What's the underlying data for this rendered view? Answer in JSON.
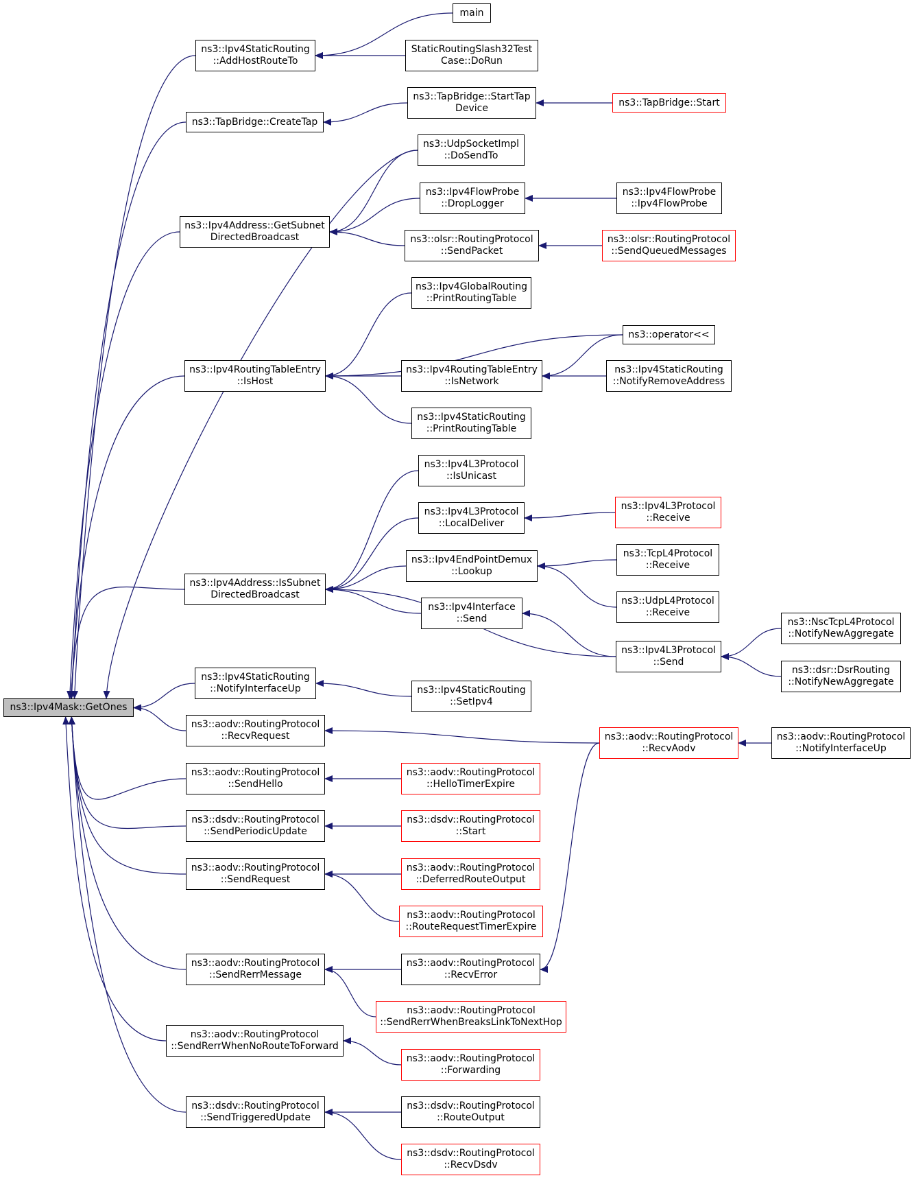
{
  "colors": {
    "edge": "#191970",
    "node_border": "#000000",
    "truncated_border": "#ff0000",
    "root_fill": "#bfbfbf"
  },
  "nodes": {
    "root": {
      "lines": [
        "ns3::Ipv4Mask::GetOnes"
      ],
      "red": false
    },
    "AddHostRouteTo": {
      "lines": [
        "ns3::Ipv4StaticRouting",
        "::AddHostRouteTo"
      ],
      "red": false
    },
    "main": {
      "lines": [
        "main"
      ],
      "red": false
    },
    "Slash32Test": {
      "lines": [
        "StaticRoutingSlash32Test",
        "Case::DoRun"
      ],
      "red": false
    },
    "CreateTap": {
      "lines": [
        "ns3::TapBridge::CreateTap"
      ],
      "red": false
    },
    "StartTapDevice": {
      "lines": [
        "ns3::TapBridge::StartTap",
        "Device"
      ],
      "red": false
    },
    "TapStart": {
      "lines": [
        "ns3::TapBridge::Start"
      ],
      "red": true
    },
    "UdpDoSendTo": {
      "lines": [
        "ns3::UdpSocketImpl",
        "::DoSendTo"
      ],
      "red": false
    },
    "GetSubnetDB": {
      "lines": [
        "ns3::Ipv4Address::GetSubnet",
        "DirectedBroadcast"
      ],
      "red": false
    },
    "DropLogger": {
      "lines": [
        "ns3::Ipv4FlowProbe",
        "::DropLogger"
      ],
      "red": false
    },
    "FlowProbeCtor": {
      "lines": [
        "ns3::Ipv4FlowProbe",
        "::Ipv4FlowProbe"
      ],
      "red": false
    },
    "OlsrSendPacket": {
      "lines": [
        "ns3::olsr::RoutingProtocol",
        "::SendPacket"
      ],
      "red": false
    },
    "OlsrSendQueued": {
      "lines": [
        "ns3::olsr::RoutingProtocol",
        "::SendQueuedMessages"
      ],
      "red": true
    },
    "GlobalPrintRT": {
      "lines": [
        "ns3::Ipv4GlobalRouting",
        "::PrintRoutingTable"
      ],
      "red": false
    },
    "OperatorShl": {
      "lines": [
        "ns3::operator<<"
      ],
      "red": false
    },
    "IsHost": {
      "lines": [
        "ns3::Ipv4RoutingTableEntry",
        "::IsHost"
      ],
      "red": false
    },
    "IsNetwork": {
      "lines": [
        "ns3::Ipv4RoutingTableEntry",
        "::IsNetwork"
      ],
      "red": false
    },
    "NotifyRemoveAddr": {
      "lines": [
        "ns3::Ipv4StaticRouting",
        "::NotifyRemoveAddress"
      ],
      "red": false
    },
    "StaticPrintRT": {
      "lines": [
        "ns3::Ipv4StaticRouting",
        "::PrintRoutingTable"
      ],
      "red": false
    },
    "IsUnicast": {
      "lines": [
        "ns3::Ipv4L3Protocol",
        "::IsUnicast"
      ],
      "red": false
    },
    "LocalDeliver": {
      "lines": [
        "ns3::Ipv4L3Protocol",
        "::LocalDeliver"
      ],
      "red": false
    },
    "L3Receive": {
      "lines": [
        "ns3::Ipv4L3Protocol",
        "::Receive"
      ],
      "red": true
    },
    "EPDLookup": {
      "lines": [
        "ns3::Ipv4EndPointDemux",
        "::Lookup"
      ],
      "red": false
    },
    "TcpReceive": {
      "lines": [
        "ns3::TcpL4Protocol",
        "::Receive"
      ],
      "red": false
    },
    "IsSubnetDB": {
      "lines": [
        "ns3::Ipv4Address::IsSubnet",
        "DirectedBroadcast"
      ],
      "red": false
    },
    "UdpReceive": {
      "lines": [
        "ns3::UdpL4Protocol",
        "::Receive"
      ],
      "red": false
    },
    "IfaceSend": {
      "lines": [
        "ns3::Ipv4Interface",
        "::Send"
      ],
      "red": false
    },
    "NscNotify": {
      "lines": [
        "ns3::NscTcpL4Protocol",
        "::NotifyNewAggregate"
      ],
      "red": false
    },
    "L3Send": {
      "lines": [
        "ns3::Ipv4L3Protocol",
        "::Send"
      ],
      "red": false
    },
    "DsrNotify": {
      "lines": [
        "ns3::dsr::DsrRouting",
        "::NotifyNewAggregate"
      ],
      "red": false
    },
    "StaticNotifyIfUp": {
      "lines": [
        "ns3::Ipv4StaticRouting",
        "::NotifyInterfaceUp"
      ],
      "red": false
    },
    "StaticSetIpv4": {
      "lines": [
        "ns3::Ipv4StaticRouting",
        "::SetIpv4"
      ],
      "red": false
    },
    "AodvRecvRequest": {
      "lines": [
        "ns3::aodv::RoutingProtocol",
        "::RecvRequest"
      ],
      "red": false
    },
    "AodvRecvAodv": {
      "lines": [
        "ns3::aodv::RoutingProtocol",
        "::RecvAodv"
      ],
      "red": true
    },
    "AodvNotifyIfUp": {
      "lines": [
        "ns3::aodv::RoutingProtocol",
        "::NotifyInterfaceUp"
      ],
      "red": false
    },
    "AodvSendHello": {
      "lines": [
        "ns3::aodv::RoutingProtocol",
        "::SendHello"
      ],
      "red": false
    },
    "AodvHelloTimer": {
      "lines": [
        "ns3::aodv::RoutingProtocol",
        "::HelloTimerExpire"
      ],
      "red": true
    },
    "DsdvSendPeriodic": {
      "lines": [
        "ns3::dsdv::RoutingProtocol",
        "::SendPeriodicUpdate"
      ],
      "red": false
    },
    "DsdvStart": {
      "lines": [
        "ns3::dsdv::RoutingProtocol",
        "::Start"
      ],
      "red": true
    },
    "AodvSendRequest": {
      "lines": [
        "ns3::aodv::RoutingProtocol",
        "::SendRequest"
      ],
      "red": false
    },
    "AodvDeferred": {
      "lines": [
        "ns3::aodv::RoutingProtocol",
        "::DeferredRouteOutput"
      ],
      "red": true
    },
    "AodvRReqTimer": {
      "lines": [
        "ns3::aodv::RoutingProtocol",
        "::RouteRequestTimerExpire"
      ],
      "red": true
    },
    "AodvSendRerrMsg": {
      "lines": [
        "ns3::aodv::RoutingProtocol",
        "::SendRerrMessage"
      ],
      "red": false
    },
    "AodvRecvError": {
      "lines": [
        "ns3::aodv::RoutingProtocol",
        "::RecvError"
      ],
      "red": false
    },
    "AodvRerrBreaks": {
      "lines": [
        "ns3::aodv::RoutingProtocol",
        "::SendRerrWhenBreaksLinkToNextHop"
      ],
      "red": true
    },
    "AodvRerrNoRoute": {
      "lines": [
        "ns3::aodv::RoutingProtocol",
        "::SendRerrWhenNoRouteToForward"
      ],
      "red": false
    },
    "AodvForwarding": {
      "lines": [
        "ns3::aodv::RoutingProtocol",
        "::Forwarding"
      ],
      "red": true
    },
    "DsdvSendTriggered": {
      "lines": [
        "ns3::dsdv::RoutingProtocol",
        "::SendTriggeredUpdate"
      ],
      "red": false
    },
    "DsdvRouteOutput": {
      "lines": [
        "ns3::dsdv::RoutingProtocol",
        "::RouteOutput"
      ],
      "red": false
    },
    "DsdvRecvDsdv": {
      "lines": [
        "ns3::dsdv::RoutingProtocol",
        "::RecvDsdv"
      ],
      "red": true
    }
  },
  "edges": [
    [
      "AddHostRouteTo",
      "root"
    ],
    [
      "CreateTap",
      "root"
    ],
    [
      "UdpDoSendTo",
      "root"
    ],
    [
      "GetSubnetDB",
      "root"
    ],
    [
      "IsHost",
      "root"
    ],
    [
      "IsSubnetDB",
      "root"
    ],
    [
      "StaticNotifyIfUp",
      "root"
    ],
    [
      "AodvRecvRequest",
      "root"
    ],
    [
      "AodvSendHello",
      "root"
    ],
    [
      "DsdvSendPeriodic",
      "root"
    ],
    [
      "AodvSendRequest",
      "root"
    ],
    [
      "AodvSendRerrMsg",
      "root"
    ],
    [
      "AodvRerrNoRoute",
      "root"
    ],
    [
      "DsdvSendTriggered",
      "root"
    ],
    [
      "main",
      "AddHostRouteTo"
    ],
    [
      "Slash32Test",
      "AddHostRouteTo"
    ],
    [
      "StartTapDevice",
      "CreateTap"
    ],
    [
      "TapStart",
      "StartTapDevice"
    ],
    [
      "UdpDoSendTo",
      "GetSubnetDB"
    ],
    [
      "DropLogger",
      "GetSubnetDB"
    ],
    [
      "OlsrSendPacket",
      "GetSubnetDB"
    ],
    [
      "FlowProbeCtor",
      "DropLogger"
    ],
    [
      "OlsrSendQueued",
      "OlsrSendPacket"
    ],
    [
      "GlobalPrintRT",
      "IsHost"
    ],
    [
      "OperatorShl",
      "IsHost"
    ],
    [
      "IsNetwork",
      "IsHost"
    ],
    [
      "StaticPrintRT",
      "IsHost"
    ],
    [
      "OperatorShl",
      "IsNetwork"
    ],
    [
      "NotifyRemoveAddr",
      "IsNetwork"
    ],
    [
      "IsUnicast",
      "IsSubnetDB"
    ],
    [
      "LocalDeliver",
      "IsSubnetDB"
    ],
    [
      "EPDLookup",
      "IsSubnetDB"
    ],
    [
      "IfaceSend",
      "IsSubnetDB"
    ],
    [
      "L3Send",
      "IsSubnetDB"
    ],
    [
      "L3Receive",
      "LocalDeliver"
    ],
    [
      "TcpReceive",
      "EPDLookup"
    ],
    [
      "UdpReceive",
      "EPDLookup"
    ],
    [
      "L3Send",
      "IfaceSend"
    ],
    [
      "NscNotify",
      "L3Send"
    ],
    [
      "DsrNotify",
      "L3Send"
    ],
    [
      "StaticSetIpv4",
      "StaticNotifyIfUp"
    ],
    [
      "AodvRecvAodv",
      "AodvRecvRequest"
    ],
    [
      "AodvNotifyIfUp",
      "AodvRecvAodv"
    ],
    [
      "AodvHelloTimer",
      "AodvSendHello"
    ],
    [
      "DsdvStart",
      "DsdvSendPeriodic"
    ],
    [
      "AodvDeferred",
      "AodvSendRequest"
    ],
    [
      "AodvRReqTimer",
      "AodvSendRequest"
    ],
    [
      "AodvRecvError",
      "AodvSendRerrMsg"
    ],
    [
      "AodvRerrBreaks",
      "AodvSendRerrMsg"
    ],
    [
      "AodvRecvAodv",
      "AodvRecvError"
    ],
    [
      "AodvForwarding",
      "AodvRerrNoRoute"
    ],
    [
      "DsdvRouteOutput",
      "DsdvSendTriggered"
    ],
    [
      "DsdvRecvDsdv",
      "DsdvSendTriggered"
    ]
  ]
}
